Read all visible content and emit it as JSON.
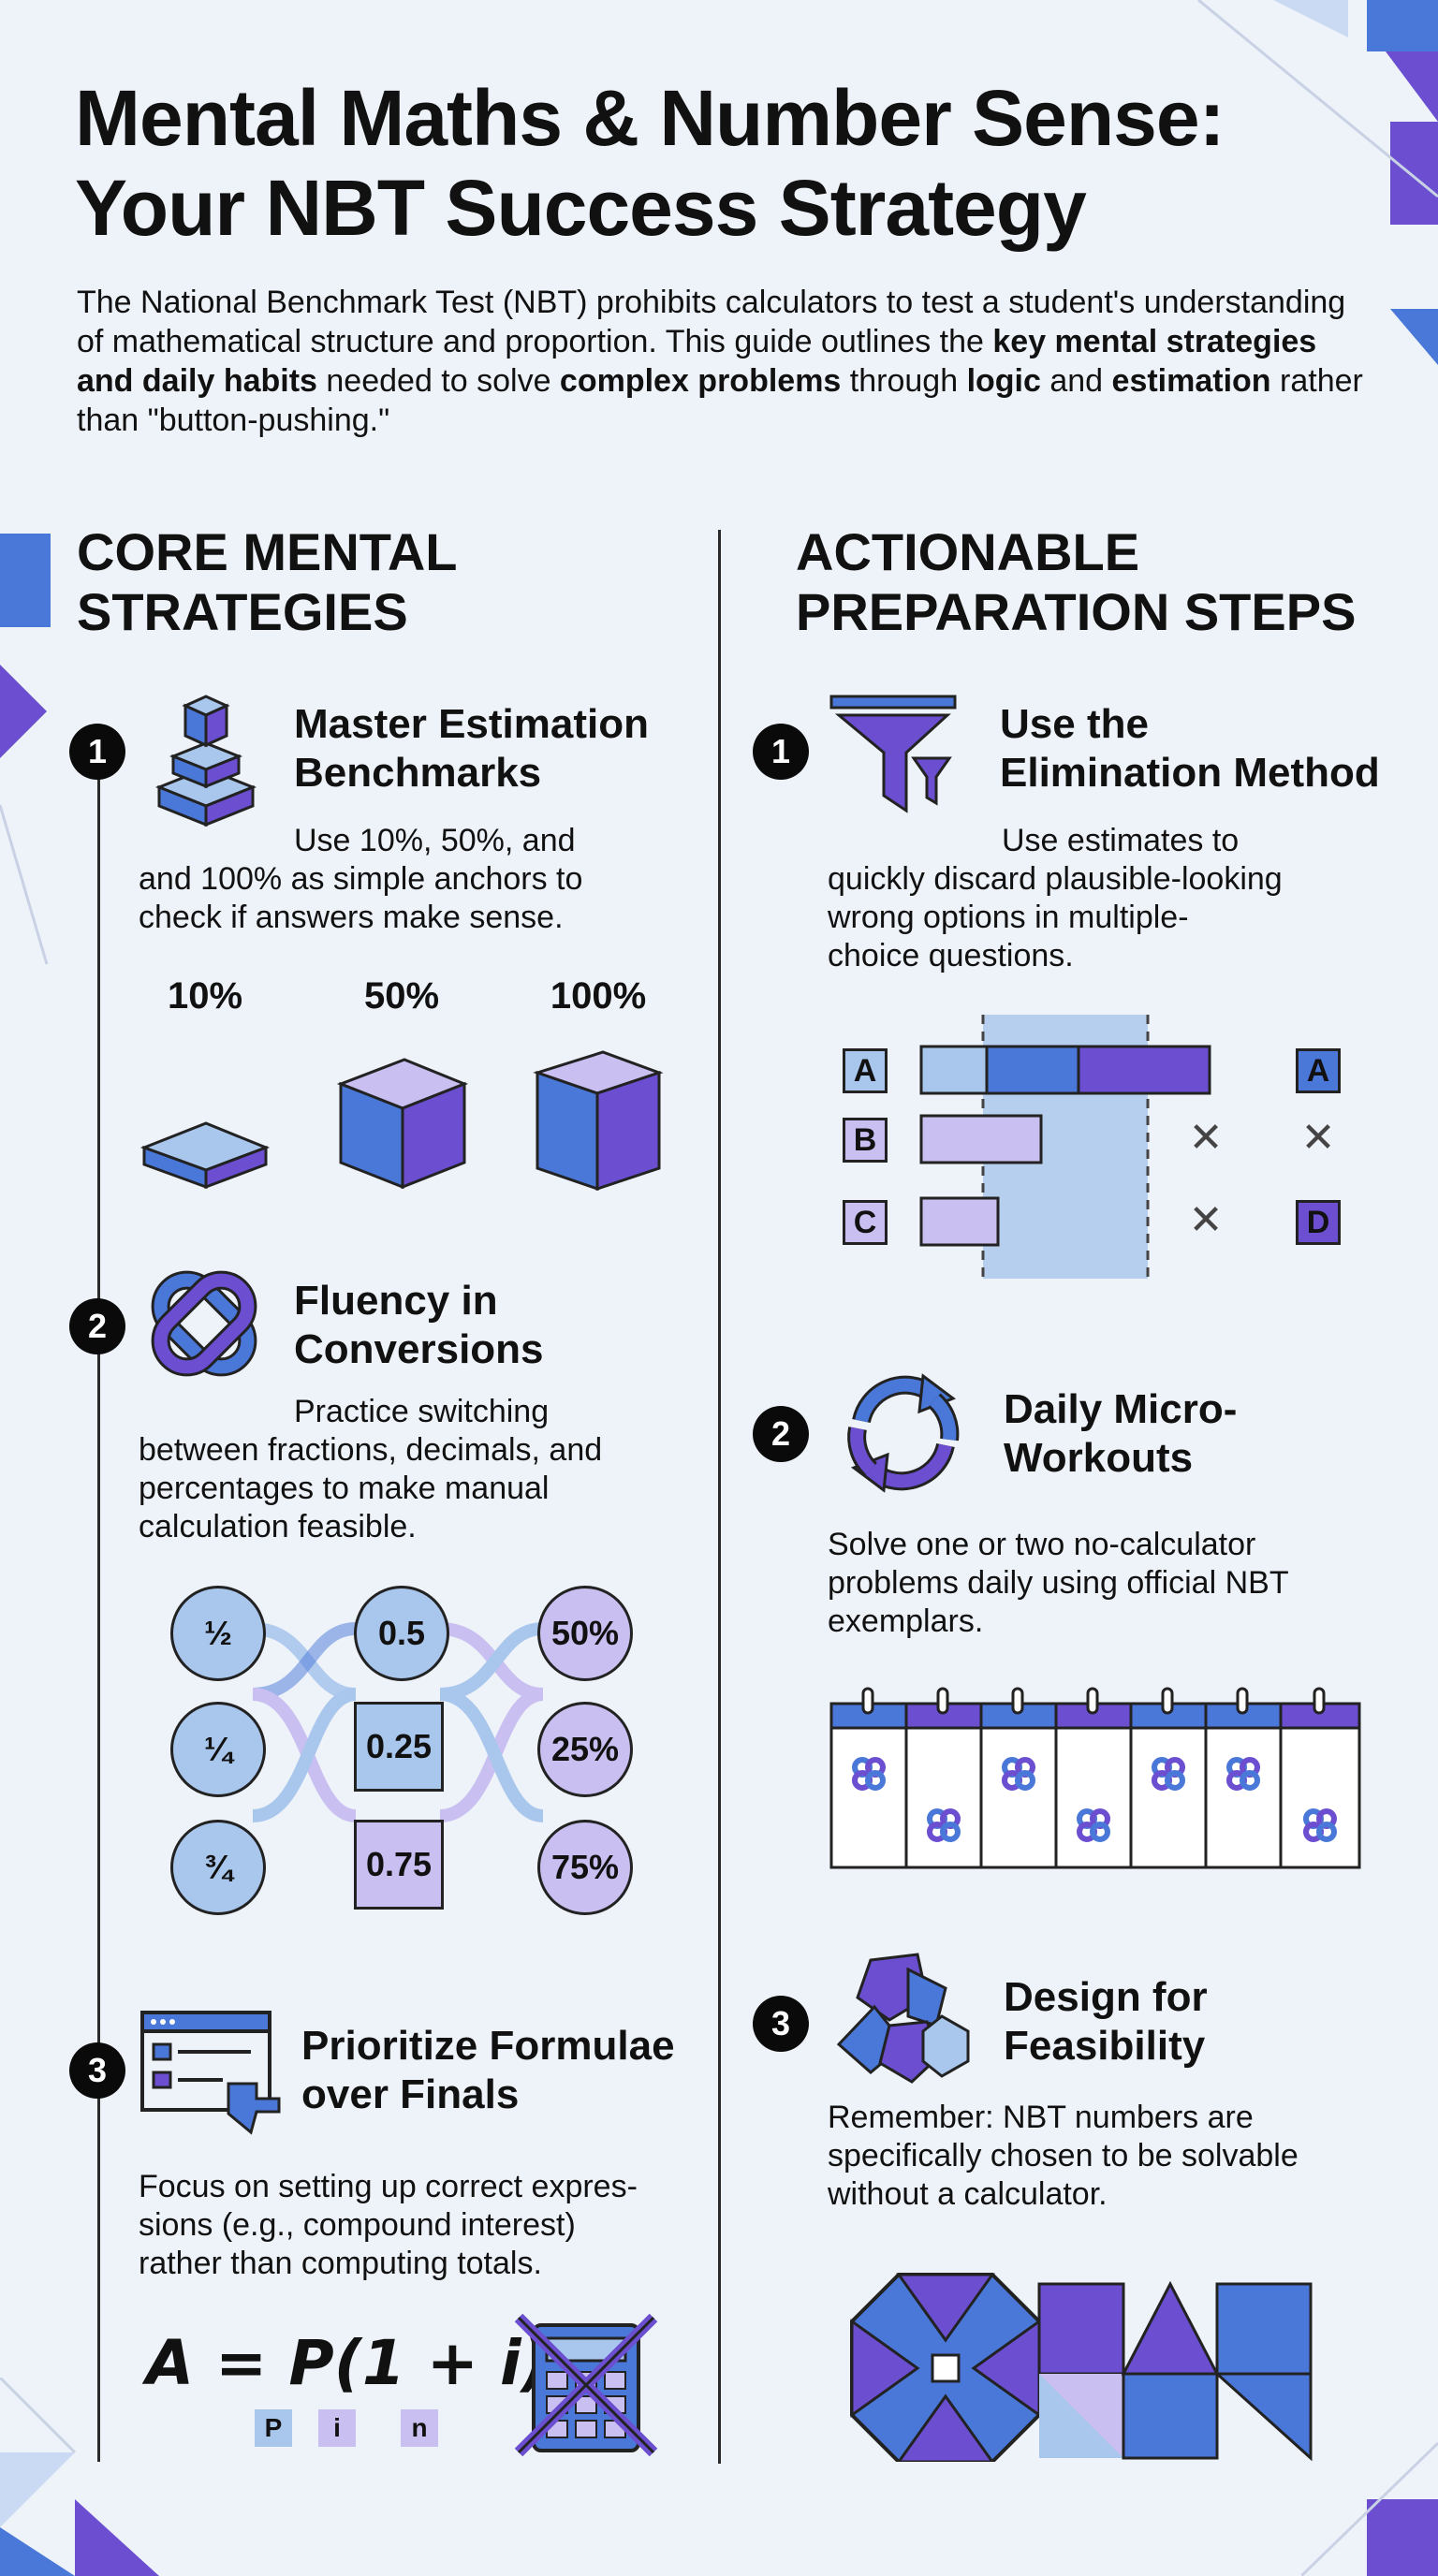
{
  "header": {
    "title_line1": "Mental Maths & Number Sense:",
    "title_line2": "Your NBT Success Strategy",
    "intro": {
      "p1": "The National Benchmark Test (NBT) prohibits calculators to test a student's understanding of mathematical structure and proportion. This guide outlines the ",
      "b1": "key mental strategies and daily habits",
      "p2": " needed to solve ",
      "b2": "complex problems",
      "p3": " through ",
      "b3": "logic",
      "p4": " and ",
      "b4": "estimation",
      "p5": " rather than \"button-pushing.\""
    }
  },
  "left": {
    "title_line1": "CORE MENTAL",
    "title_line2": "STRATEGIES",
    "step1": {
      "number": "1",
      "title_line1": "Master Estimation",
      "title_line2": "Benchmarks",
      "body_line1": "Use 10%, 50%, and",
      "body_line2": "and 100% as simple anchors to",
      "body_line3": "check if answers make sense.",
      "labels": [
        "10%",
        "50%",
        "100%"
      ]
    },
    "step2": {
      "number": "2",
      "title_line1": "Fluency in",
      "title_line2": "Conversions",
      "body_line1": "Practice switching",
      "body_line2": "between fractions, decimals, and",
      "body_line3": "percentages to make manual",
      "body_line4": "calculation feasible.",
      "fractions": [
        "½",
        "¼",
        "¾"
      ],
      "decimals": [
        "0.5",
        "0.25",
        "0.75"
      ],
      "percents": [
        "50%",
        "25%",
        "75%"
      ]
    },
    "step3": {
      "number": "3",
      "title_line1": "Prioritize Formulae",
      "title_line2": "over Finals",
      "body_line1": "Focus on setting up correct expres-",
      "body_line2": "sions (e.g., compound interest)",
      "body_line3": "rather than computing totals.",
      "formula": "A = P(1 + i)",
      "exponent": "n",
      "vars": [
        "P",
        "i",
        "n"
      ]
    }
  },
  "right": {
    "title_line1": "ACTIONABLE",
    "title_line2": "PREPARATION STEPS",
    "step1": {
      "number": "1",
      "title_line1": "Use the",
      "title_line2": "Elimination Method",
      "body_line1": "Use estimates to",
      "body_line2": "quickly discard plausible-looking",
      "body_line3": "wrong options in multiple-",
      "body_line4": "choice questions.",
      "options": [
        "A",
        "B",
        "C"
      ],
      "results": [
        "A",
        "D"
      ]
    },
    "step2": {
      "number": "2",
      "title_line1": "Daily Micro-",
      "title_line2": "Workouts",
      "body_line1": "Solve one or two no-calculator",
      "body_line2": "problems daily using official NBT",
      "body_line3": "exemplars."
    },
    "step3": {
      "number": "3",
      "title_line1": "Design for",
      "title_line2": "Feasibility",
      "body_line1": "Remember: NBT numbers are",
      "body_line2": "specifically chosen to be solvable",
      "body_line3": "without a calculator."
    }
  },
  "colors": {
    "blue": "#4a78d8",
    "purple": "#6b4fd0",
    "light_blue": "#a9c6ec",
    "lavender": "#c9bff0",
    "ink": "#111111"
  }
}
